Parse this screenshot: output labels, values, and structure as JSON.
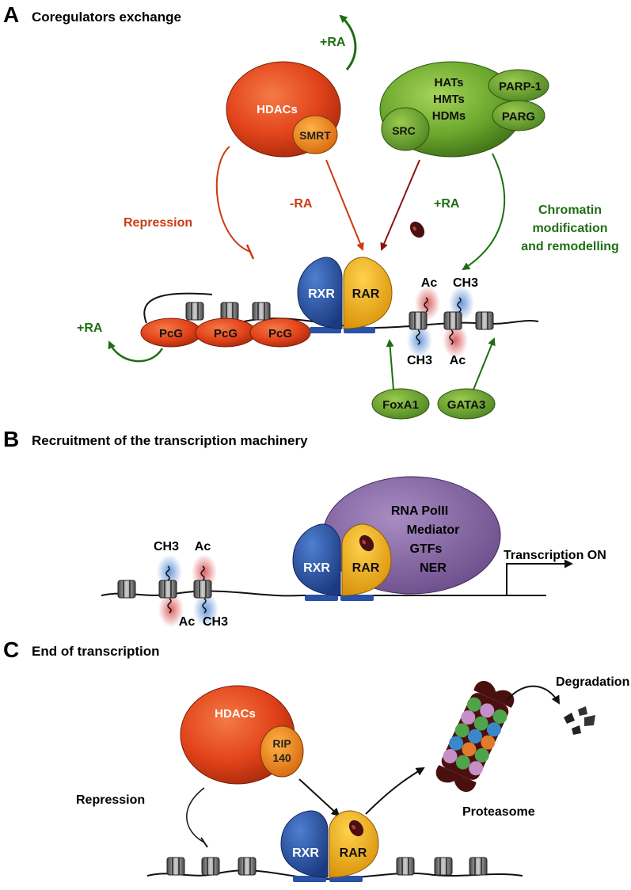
{
  "panels": {
    "a": {
      "letter": "A",
      "title": "Coregulators exchange",
      "hdacs": "HDACs",
      "smrt": "SMRT",
      "hat_lines": [
        "HATs",
        "HMTs",
        "HDMs"
      ],
      "src": "SRC",
      "parp1": "PARP-1",
      "parg": "PARG",
      "plus_ra_top": "+RA",
      "minus_ra": "-RA",
      "plus_ra_mid": "+RA",
      "repression": "Repression",
      "chromatin_lines": [
        "Chromatin",
        "modification",
        "and remodelling"
      ],
      "rxr": "RXR",
      "rar": "RAR",
      "pcg": [
        "PcG",
        "PcG",
        "PcG"
      ],
      "plus_ra_left": "+RA",
      "ac_top": "Ac",
      "ch3_top": "CH3",
      "ch3_bottom": "CH3",
      "ac_bottom": "Ac",
      "foxa1": "FoxA1",
      "gata3": "GATA3"
    },
    "b": {
      "letter": "B",
      "title": "Recruitment of the transcription machinery",
      "ch3_top": "CH3",
      "ac_top": "Ac",
      "ac_bottom": "Ac",
      "ch3_bottom": "CH3",
      "rxr": "RXR",
      "rar": "RAR",
      "machinery_lines": [
        "RNA PolII",
        "Mediator",
        "GTFs",
        "NER"
      ],
      "transcription_on": "Transcription ON"
    },
    "c": {
      "letter": "C",
      "title": "End of transcription",
      "hdacs": "HDACs",
      "rip140_lines": [
        "RIP",
        "140"
      ],
      "repression": "Repression",
      "rxr": "RXR",
      "rar": "RAR",
      "degradation": "Degradation",
      "proteasome": "Proteasome"
    }
  },
  "colors": {
    "hdac_red": "#e2431a",
    "hat_green": "#6aa72c",
    "rxr_blue": "#2a52a6",
    "rar_yellow": "#f0b417",
    "machinery_purple": "#8a68a6",
    "ligand": "#4a1010",
    "repression_red": "#cc3a12",
    "activation_green": "#1f6e14",
    "ch3_glow": "#5b8fd6",
    "ac_glow": "#d85050"
  },
  "icons": [
    "nucleosome-icon",
    "ligand-icon",
    "proteasome-icon",
    "fragment-icon",
    "arrow-icon",
    "repression-bar-icon",
    "wavy-tail-icon"
  ]
}
